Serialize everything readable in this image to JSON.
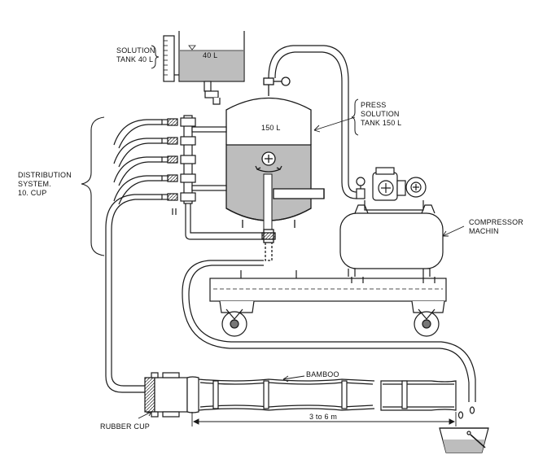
{
  "solution_tank": {
    "name_line1": "SOLUTION",
    "name_line2": "TANK 40 L",
    "volume": "40 L"
  },
  "press_tank": {
    "name_line1": "PRESS",
    "name_line2": "SOLUTION",
    "name_line3": "TANK 150 L",
    "volume": "150 L"
  },
  "distribution": {
    "line1": "DISTRIBUTION",
    "line2": "SYSTEM.",
    "line3": "10. CUP"
  },
  "compressor": {
    "line1": "COMPRESSOR",
    "line2": "MACHIN"
  },
  "bamboo_label": "BAMBOO",
  "rubber_cup_label": "RUBBER CUP",
  "distance_label": "3 to 6 m",
  "colors": {
    "line": "#1a1a1a",
    "liquid": "#bdbdbd",
    "liquid_dark": "#8a8a8a"
  }
}
